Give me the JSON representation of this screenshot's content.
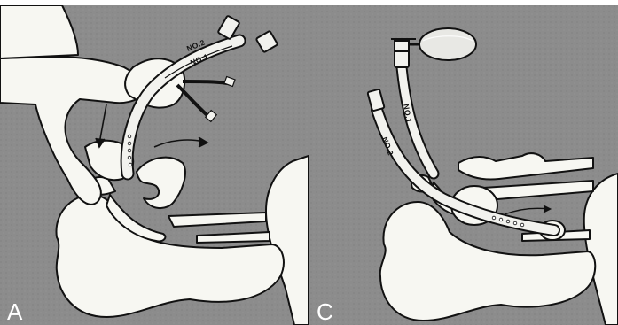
{
  "figure": {
    "panels": [
      {
        "id": "A",
        "letter": "A",
        "tube_labels": [
          "NO.2",
          "NO.1"
        ]
      },
      {
        "id": "C",
        "letter": "C",
        "tube_labels": [
          "NO.2",
          "NO.1"
        ]
      }
    ]
  },
  "colors": {
    "background": "#8c8c8c",
    "anatomy_fill": "#f7f7f2",
    "outline": "#111111",
    "panel_border": "#ffffff"
  },
  "icons": [
    "hand-icon",
    "tube-icon",
    "inflation-bulb-icon",
    "arrow-icon"
  ]
}
